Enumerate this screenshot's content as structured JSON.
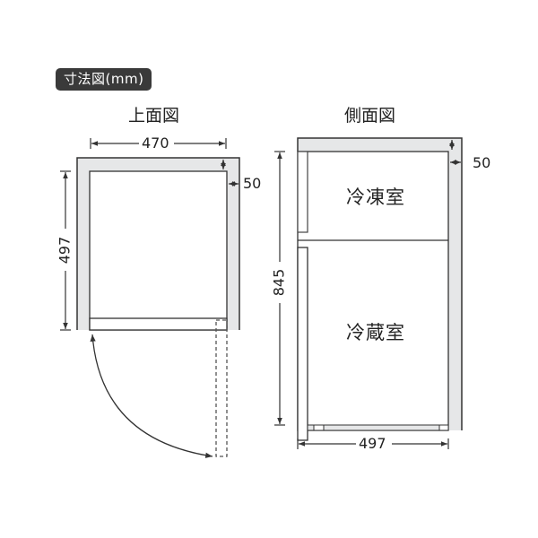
{
  "header": {
    "badge": "寸法図(mm)"
  },
  "top_view": {
    "title": "上面図",
    "width_dim": "470",
    "depth_dim": "497",
    "clearance_dim": "50"
  },
  "side_view": {
    "title": "側面図",
    "height_dim": "845",
    "depth_dim": "497",
    "clearance_dim": "50",
    "freezer_label": "冷凍室",
    "fridge_label": "冷蔵室"
  },
  "colors": {
    "frame_fill": "#e6e7e8",
    "line": "#333333",
    "badge_bg": "#3a3a3a"
  }
}
